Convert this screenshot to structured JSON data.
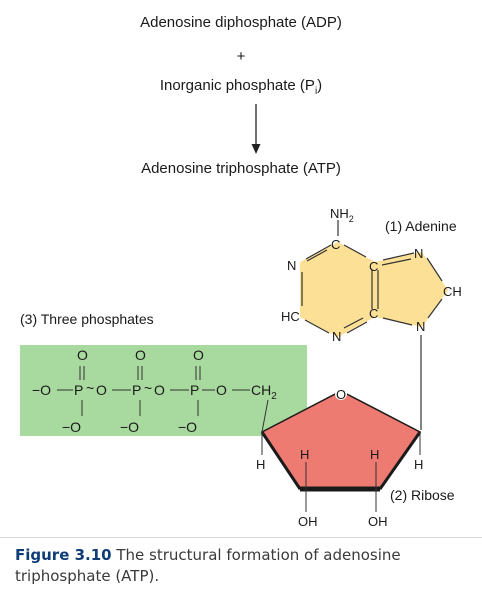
{
  "equation": {
    "reactant1": "Adenosine diphosphate (ADP)",
    "plus": "+",
    "reactant2_main": "Inorganic phosphate (P",
    "reactant2_sub": "i",
    "reactant2_end": ")",
    "product": "Adenosine triphosphate (ATP)"
  },
  "labels": {
    "adenine": "(1) Adenine",
    "ribose": "(2) Ribose",
    "phosphates": "(3) Three phosphates"
  },
  "atoms": {
    "nh2_main": "NH",
    "nh2_sub": "2",
    "c": "C",
    "n": "N",
    "ch": "CH",
    "hc": "HC",
    "o": "O",
    "p": "P",
    "h": "H",
    "oh": "OH",
    "ch2_main": "CH",
    "ch2_sub": "2",
    "neg_o": "−O",
    "tilde": "~"
  },
  "colors": {
    "adenine_fill": "#fbe096",
    "ribose_fill": "#ee7b72",
    "phosphate_fill": "#a8d99e",
    "figure_number": "#0f3d78"
  },
  "caption": {
    "figure_number": "Figure 3.10",
    "text": "The structural formation of adenosine triphosphate (ATP)."
  }
}
